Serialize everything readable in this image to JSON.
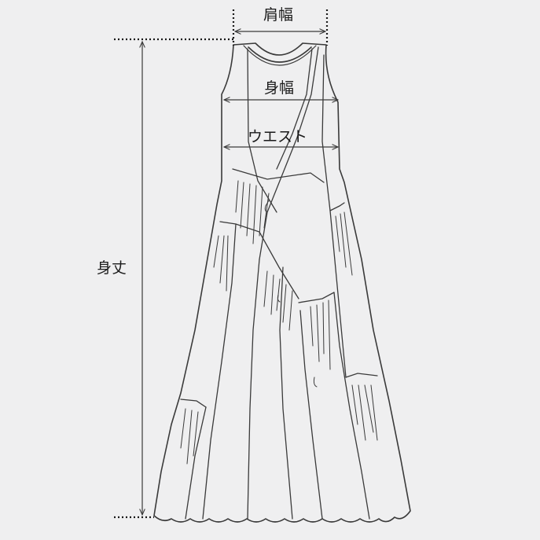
{
  "labels": {
    "shoulder_width": "肩幅",
    "body_width": "身幅",
    "waist": "ウエスト",
    "length": "身丈"
  },
  "colors": {
    "background": "#efeff0",
    "line": "#3a3a3a",
    "text": "#1a1a1a"
  }
}
